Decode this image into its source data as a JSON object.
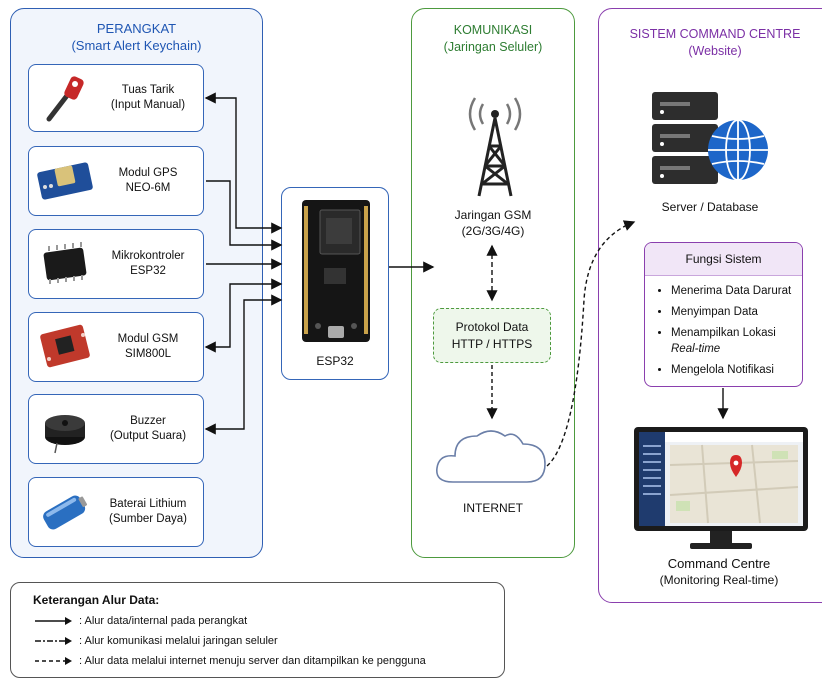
{
  "device_panel": {
    "title": "PERANGKAT",
    "subtitle": "(Smart Alert Keychain)",
    "components": [
      {
        "line1": "Tuas Tarik",
        "line2": "(Input Manual)",
        "icon": "pull-lever-icon"
      },
      {
        "line1": "Modul GPS",
        "line2": "NEO-6M",
        "icon": "gps-module-icon"
      },
      {
        "line1": "Mikrokontroler",
        "line2": "ESP32",
        "icon": "microcontroller-chip-icon"
      },
      {
        "line1": "Modul GSM",
        "line2": "SIM800L",
        "icon": "gsm-module-icon"
      },
      {
        "line1": "Buzzer",
        "line2": "(Output Suara)",
        "icon": "buzzer-icon"
      },
      {
        "line1": "Baterai Lithium",
        "line2": "(Sumber Daya)",
        "icon": "battery-icon"
      }
    ],
    "esp_label": "ESP32"
  },
  "comm_panel": {
    "title": "KOMUNIKASI",
    "subtitle": "(Jaringan Seluler)",
    "gsm_line1": "Jaringan GSM",
    "gsm_line2": "(2G/3G/4G)",
    "protocol_line1": "Protokol Data",
    "protocol_line2": "HTTP / HTTPS",
    "internet_label": "INTERNET"
  },
  "system_panel": {
    "title": "SISTEM COMMAND CENTRE",
    "subtitle": "(Website)",
    "server_label": "Server / Database",
    "functions_title": "Fungsi Sistem",
    "functions": [
      {
        "text": "Menerima Data Darurat",
        "italic": ""
      },
      {
        "text": "Menyimpan Data",
        "italic": ""
      },
      {
        "text": "Menampilkan Lokasi",
        "italic": "Real-time"
      },
      {
        "text": "Mengelola Notifikasi",
        "italic": ""
      }
    ],
    "command_line1": "Command Centre",
    "command_line2": "(Monitoring Real-time)"
  },
  "legend": {
    "title": "Keterangan Alur Data:",
    "items": [
      ": Alur data/internal pada perangkat",
      ": Alur komunikasi melalui jaringan seluler",
      ": Alur data melalui internet menuju server dan ditampilkan ke pengguna"
    ]
  },
  "colors": {
    "device_accent": "#2f5fb3",
    "comm_accent": "#4d9a3e",
    "system_accent": "#8a3fae",
    "title_blue": "#1f56b3",
    "title_green": "#2e7d32",
    "title_purple": "#7b2fa5"
  }
}
